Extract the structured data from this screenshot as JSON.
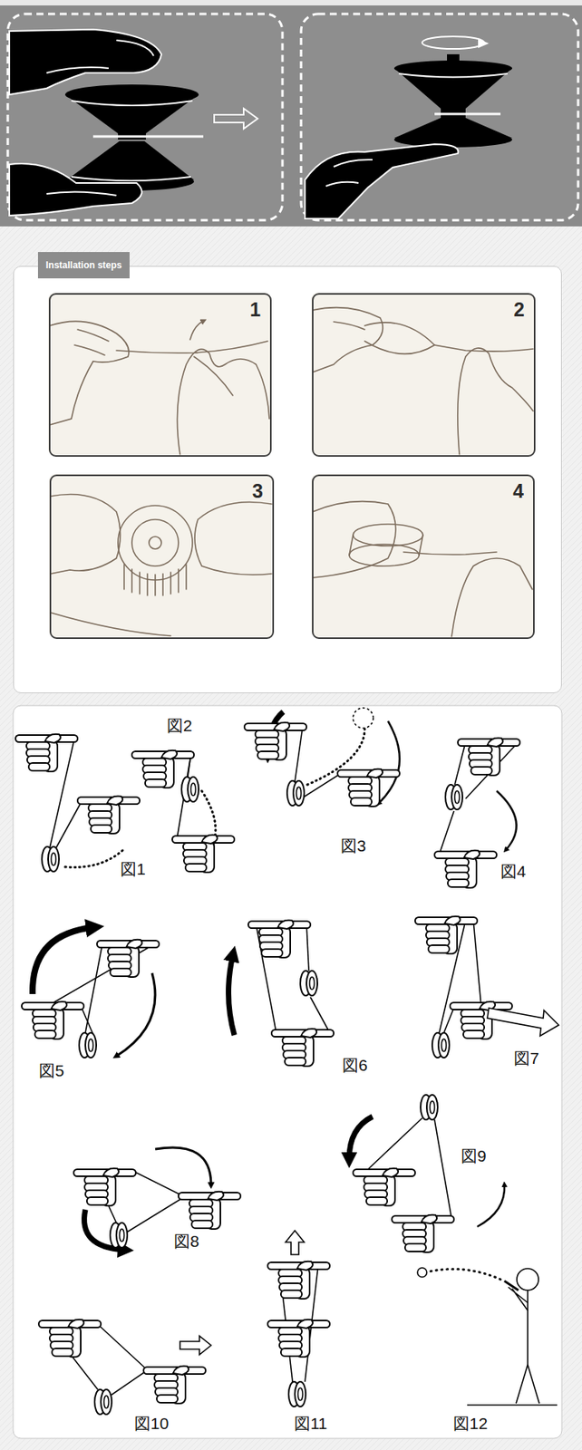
{
  "diagram": {
    "nodes": [
      {
        "text": [
          "Installation steps"
        ]
      },
      {
        "text": [
          "1"
        ],
        "in": 0
      },
      {
        "text": [
          "2"
        ],
        "in": 0
      },
      {
        "text": [
          "3"
        ],
        "in": 0
      },
      {
        "text": [
          "4"
        ],
        "in": 0
      }
    ],
    "labels": [
      "図1",
      "図2",
      "図3",
      "図4",
      "図5",
      "図6",
      "図7",
      "図8",
      "図9",
      "図10",
      "図11",
      "図12"
    ]
  }
}
